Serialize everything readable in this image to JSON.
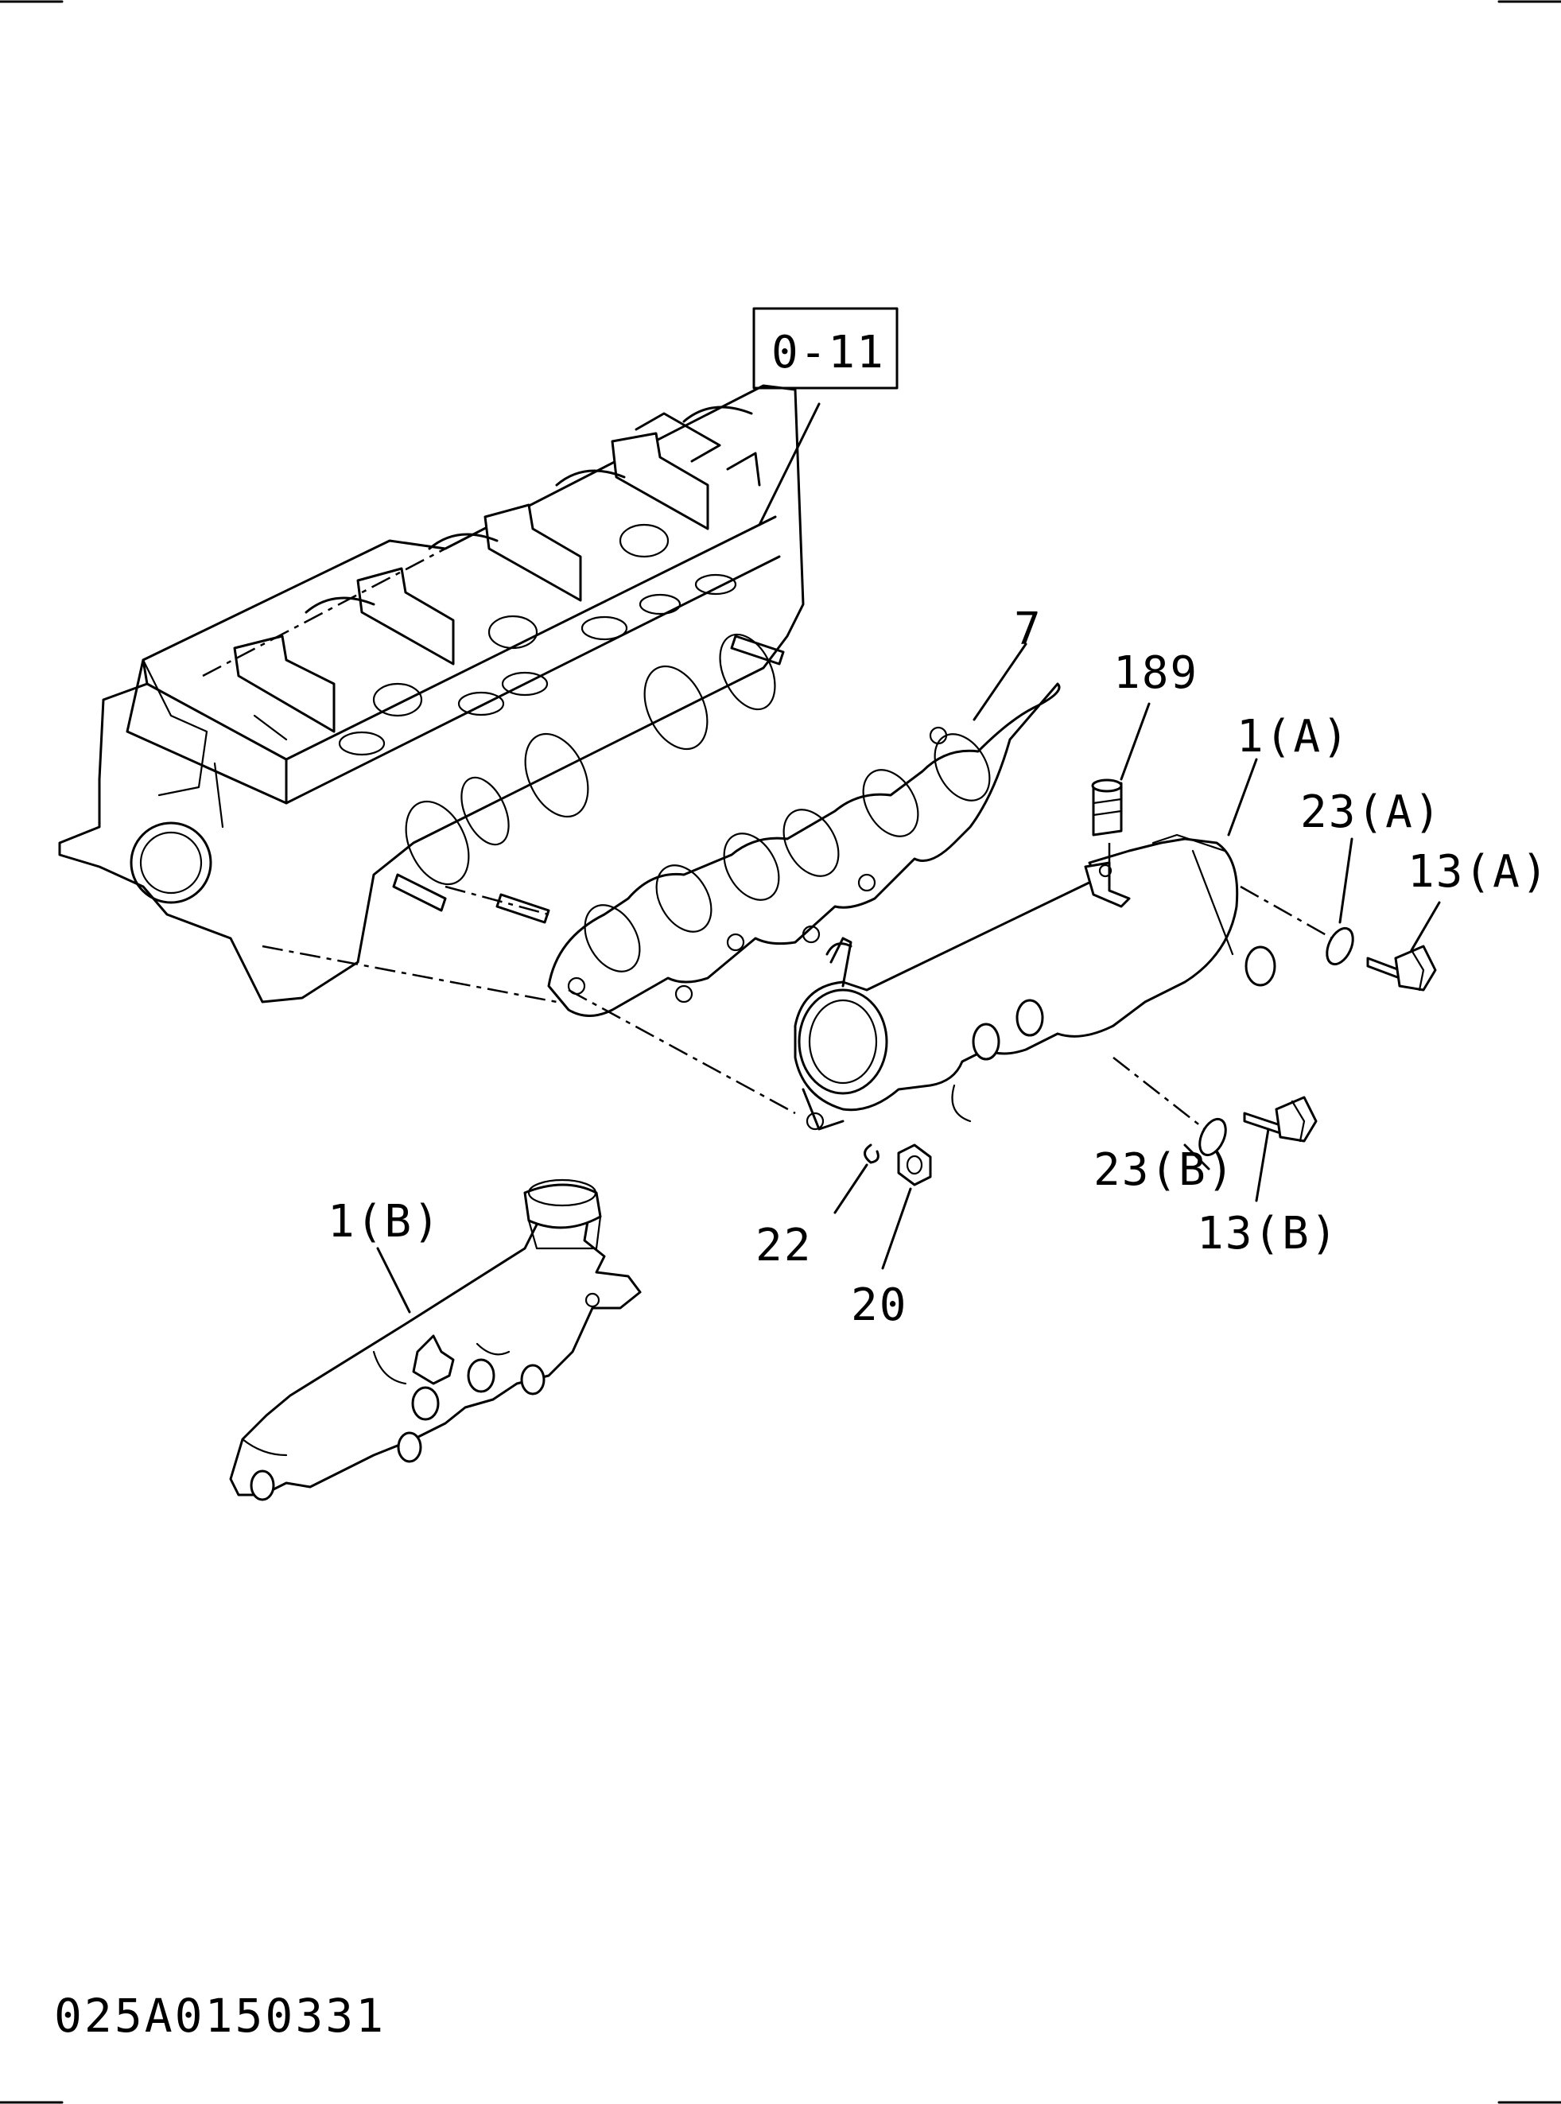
{
  "reference_box": "0-11",
  "callouts": {
    "gasket": "7",
    "stud_bolt": "189",
    "manifold_a": "1(A)",
    "washer_a": "23(A)",
    "bolt_a": "13(A)",
    "washer_b": "23(B)",
    "bolt_b": "13(B)",
    "washer_22": "22",
    "nut_20": "20",
    "manifold_b": "1(B)"
  },
  "drawing_code": "025A0150331"
}
